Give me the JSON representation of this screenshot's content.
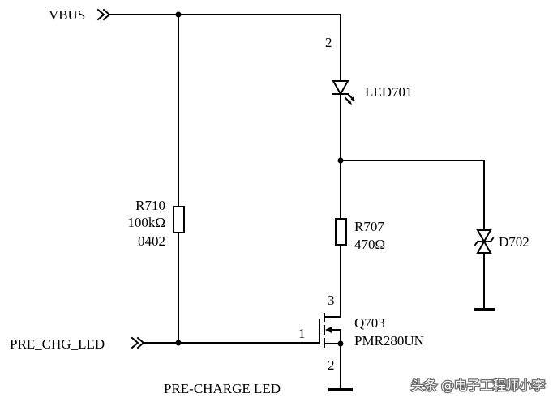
{
  "nets": {
    "vbus": "VBUS",
    "pre_chg_led": "PRE_CHG_LED"
  },
  "components": {
    "r710": {
      "ref": "R710",
      "value": "100kΩ",
      "package": "0402"
    },
    "r707": {
      "ref": "R707",
      "value": "470Ω"
    },
    "led701": {
      "ref": "LED701",
      "pin_anode": "2"
    },
    "d702": {
      "ref": "D702"
    },
    "q703": {
      "ref": "Q703",
      "part": "PMR280UN",
      "pin_gate": "1",
      "pin_drain": "3",
      "pin_source": "2"
    }
  },
  "caption": "PRE-CHARGE LED",
  "watermark": "头条 @电子工程师小李",
  "colors": {
    "ink": "#000000",
    "background": "#ffffff"
  }
}
